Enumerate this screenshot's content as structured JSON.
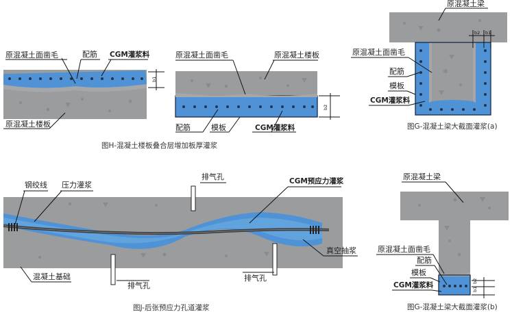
{
  "colors": {
    "concrete": "#9b9c9e",
    "grout": "#4a90d4",
    "rebar": "#24324a",
    "tendon": "#3a3c40"
  },
  "fig_h": {
    "left": {
      "top_label_1": "原混凝土面凿毛",
      "top_label_2": "配筋",
      "top_label_3": "CGM灌浆料",
      "bottom_label": "原混凝土楼板",
      "dim": "b1"
    },
    "right": {
      "top_label_1": "原混凝土面凿毛",
      "top_label_2": "原混凝土楼板",
      "bottom_label_1": "配筋",
      "bottom_label_2": "模板",
      "bottom_label_3": "CGM灌浆料",
      "dim": "b2"
    },
    "caption": "图H-混凝土楼板叠合层增加板厚灌浆"
  },
  "fig_g_a": {
    "title_label": "原混凝土梁",
    "labels": [
      "原混凝土面凿毛",
      "配筋",
      "模板",
      "CGM灌浆料"
    ],
    "dims": [
      "b2",
      "b1"
    ],
    "caption": "图G-混凝土梁大截面灌浆(a)"
  },
  "fig_j": {
    "labels": {
      "strand": "钢绞线",
      "pressure": "压力灌浆",
      "vent_top": "排气孔",
      "cgm": "CGM预应力灌浆",
      "vacuum": "真空抽浆",
      "base": "混凝土基础",
      "vent_bottom_1": "排气孔",
      "vent_bottom_2": "排气孔"
    },
    "caption": "图J-后张预应力孔道灌浆"
  },
  "fig_g_b": {
    "title_label": "原混凝土梁",
    "labels": [
      "原混凝土面凿毛",
      "配筋",
      "模板",
      "CGM灌浆料"
    ],
    "dims": [
      "b1",
      "b2"
    ],
    "caption": "图G-混凝土梁大截面灌浆(b)"
  }
}
